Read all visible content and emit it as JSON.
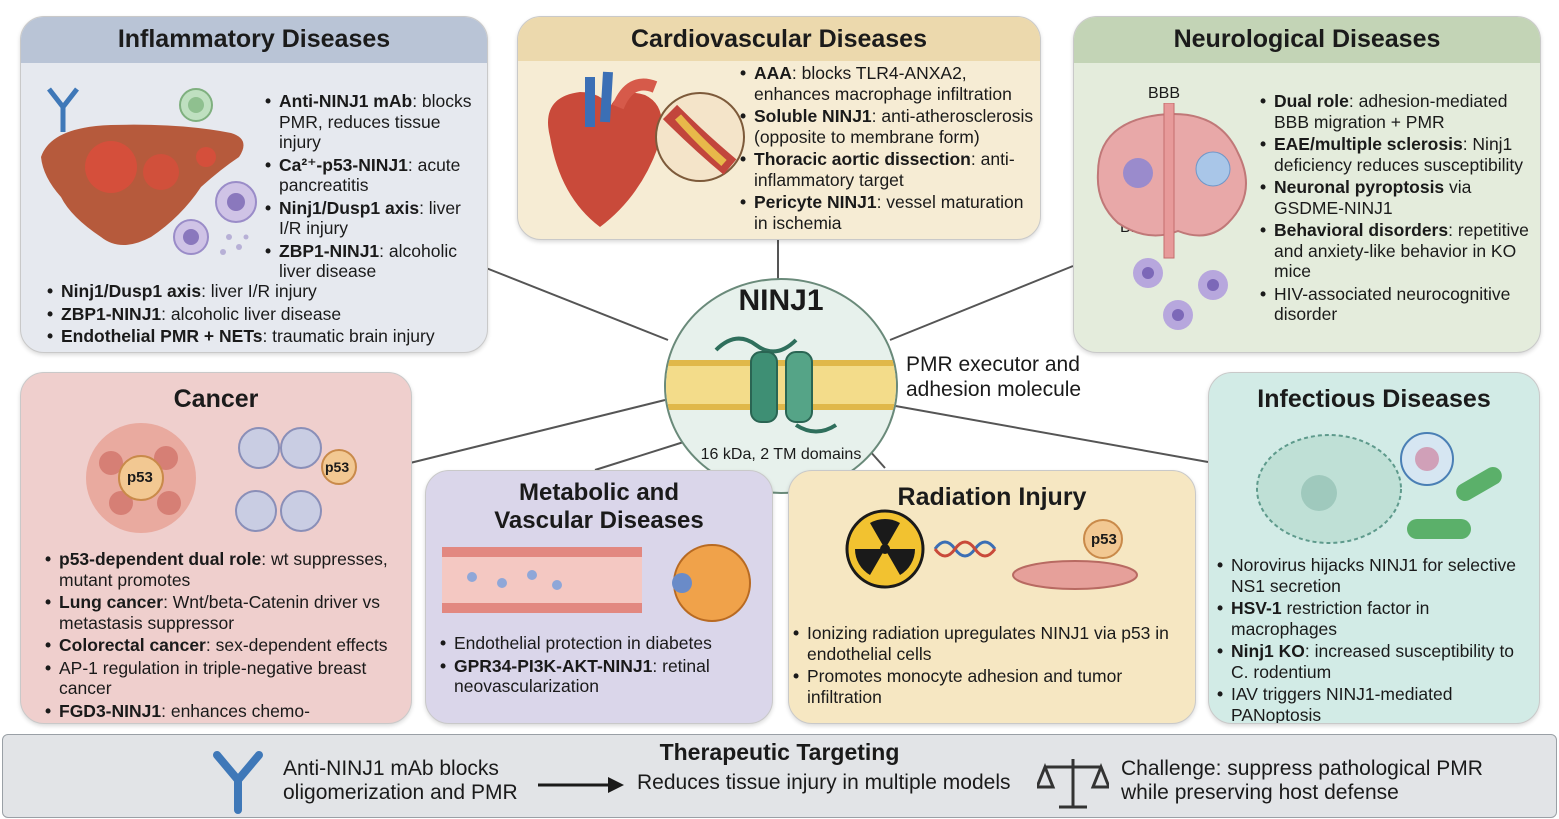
{
  "center": {
    "title": "NINJ1",
    "subtitle": "16 kDa, 2 TM domains",
    "side_line1": "PMR executor and",
    "side_line2": "adhesion molecule"
  },
  "inflammatory": {
    "title": "Inflammatory Diseases",
    "right_items": [
      {
        "bold": "Anti-NINJ1 mAb",
        "text": ": blocks PMR, reduces tissue injury"
      },
      {
        "bold": "Ca²⁺-p53-NINJ1",
        "text": ": acute pancreatitis"
      },
      {
        "bold": "Ninj1/Dusp1 axis",
        "text": ": liver I/R injury"
      },
      {
        "bold": "ZBP1-NINJ1",
        "text": ": alcoholic liver disease"
      }
    ],
    "bottom_items": [
      {
        "bold": "Ninj1/Dusp1 axis",
        "text": ": liver I/R injury"
      },
      {
        "bold": "ZBP1-NINJ1",
        "text": ": alcoholic liver disease"
      },
      {
        "bold": "Endothelial PMR + NETs",
        "text": ": traumatic brain injury"
      }
    ]
  },
  "cardiovascular": {
    "title": "Cardiovascular Diseases",
    "items": [
      {
        "bold": "AAA",
        "text": ": blocks TLR4-ANXA2, enhances macrophage infiltration"
      },
      {
        "bold": "Soluble NINJ1",
        "text": ": anti-atherosclerosis (opposite to membrane form)"
      },
      {
        "bold": "Thoracic aortic dissection",
        "text": ": anti-inflammatory target"
      },
      {
        "bold": "Pericyte NINJ1",
        "text": ": vessel maturation in ischemia"
      }
    ]
  },
  "neurological": {
    "title": "Neurological Diseases",
    "bbb_top": "BBB",
    "bbb_bottom": "BBB",
    "items": [
      {
        "bold": "Dual role",
        "text": ": adhesion-mediated BBB migration + PMR"
      },
      {
        "bold": "EAE/multiple sclerosis",
        "text": ": Ninj1 deficiency reduces susceptibility"
      },
      {
        "bold": "Neuronal pyroptosis",
        "text": " via GSDME-NINJ1"
      },
      {
        "bold": "Behavioral disorders",
        "text": ": repetitive and anxiety-like behavior in KO mice"
      },
      {
        "bold": "",
        "text": "HIV-associated neurocognitive disorder"
      }
    ]
  },
  "cancer": {
    "title": "Cancer",
    "p53_left": "p53",
    "p53_right": "p53",
    "items": [
      {
        "bold": "p53-dependent dual role",
        "text": ": wt suppresses, mutant promotes"
      },
      {
        "bold": "Lung cancer",
        "text": ": Wnt/beta-Catenin driver vs metastasis suppressor"
      },
      {
        "bold": "Colorectal cancer",
        "text": ": sex-dependent effects"
      },
      {
        "bold": "",
        "text": "AP-1 regulation in triple-negative breast cancer"
      },
      {
        "bold": "FGD3-NINJ1",
        "text": ": enhances chemo-immunogenicity"
      }
    ]
  },
  "metabolic": {
    "title_line1": "Metabolic and",
    "title_line2": "Vascular Diseases",
    "items": [
      {
        "bold": "",
        "text": "Endothelial protection in diabetes"
      },
      {
        "bold": "GPR34-PI3K-AKT-NINJ1",
        "text": ": retinal neovascularization"
      }
    ]
  },
  "radiation": {
    "title": "Radiation Injury",
    "p53": "p53",
    "items": [
      {
        "bold": "",
        "text": "Ionizing radiation upregulates NINJ1 via p53 in endothelial cells"
      },
      {
        "bold": "",
        "text": "Promotes monocyte adhesion and tumor infiltration"
      }
    ]
  },
  "infectious": {
    "title": "Infectious Diseases",
    "items": [
      {
        "bold": "",
        "text": "Norovirus hijacks NINJ1 for selective NS1 secretion"
      },
      {
        "bold": "HSV-1",
        "text": " restriction factor in macrophages"
      },
      {
        "bold": "Ninj1 KO",
        "text": ": increased susceptibility to C. rodentium"
      },
      {
        "bold": "",
        "text": "IAV triggers NINJ1-mediated PANoptosis"
      }
    ]
  },
  "therapeutic": {
    "title": "Therapeutic Targeting",
    "left_line1": "Anti-NINJ1 mAb blocks",
    "left_line2": "oligomerization and PMR",
    "middle": "Reduces tissue injury in multiple models",
    "right_line1": "Challenge: suppress pathological PMR",
    "right_line2": "while preserving host defense"
  },
  "colors": {
    "inflammatory_header": "#b9c4d6",
    "inflammatory_body": "#e6e9ef",
    "cardio_header": "#ecd9ad",
    "cardio_body": "#f6ecd4",
    "neuro_header": "#c3d4b6",
    "neuro_body": "#e4ecdc",
    "cancer": "#efcfcd",
    "metabolic": "#dad6ea",
    "radiation": "#f6e7c2",
    "infectious": "#d2ebe6",
    "therapeutic": "#e2e4e7"
  }
}
